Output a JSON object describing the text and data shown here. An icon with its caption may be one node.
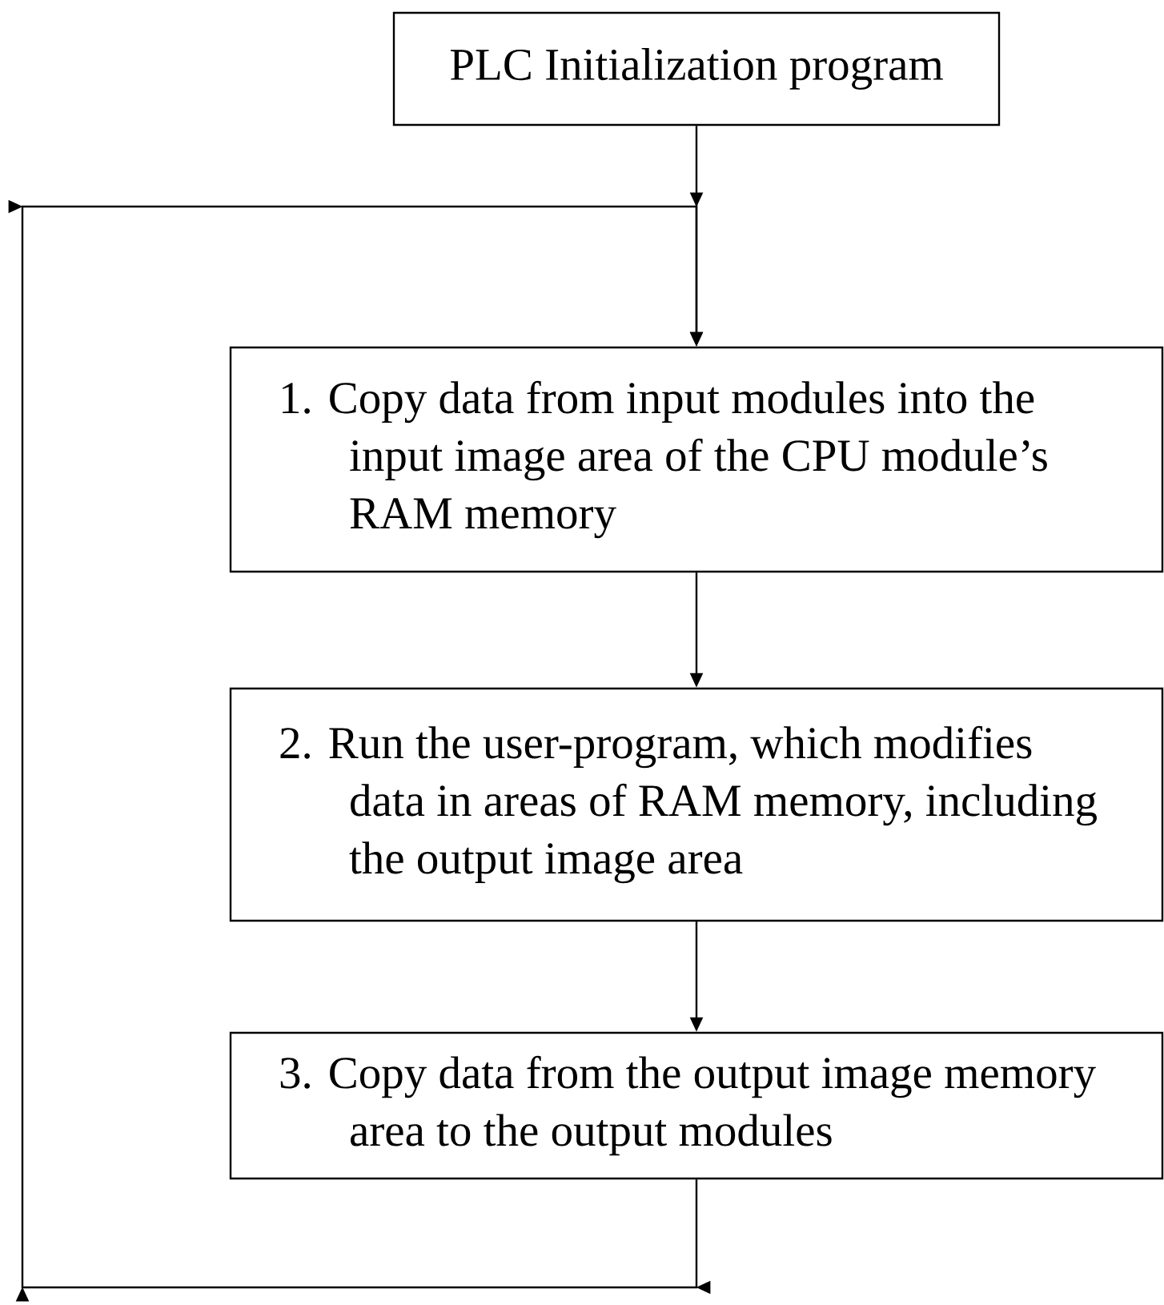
{
  "diagram": {
    "nodes": [
      {
        "text": [
          "PLC Initialization program"
        ]
      },
      {
        "text": [
          "1. Copy data from input modules into the input image area of the CPU module’s RAM memory"
        ]
      },
      {
        "text": [
          "2. Run the user-program, which modifies data in areas of RAM memory, including the output image area"
        ]
      },
      {
        "text": [
          "3. Copy data from the output image memory area to the output modules"
        ]
      }
    ],
    "edges": [
      {
        "from": 0,
        "to": 1,
        "arrow": "to"
      },
      {
        "from": 1,
        "to": 2,
        "arrow": "to"
      },
      {
        "from": 2,
        "to": 3,
        "arrow": "to"
      },
      {
        "from": 3,
        "to": 1,
        "arrow": "to"
      }
    ]
  }
}
